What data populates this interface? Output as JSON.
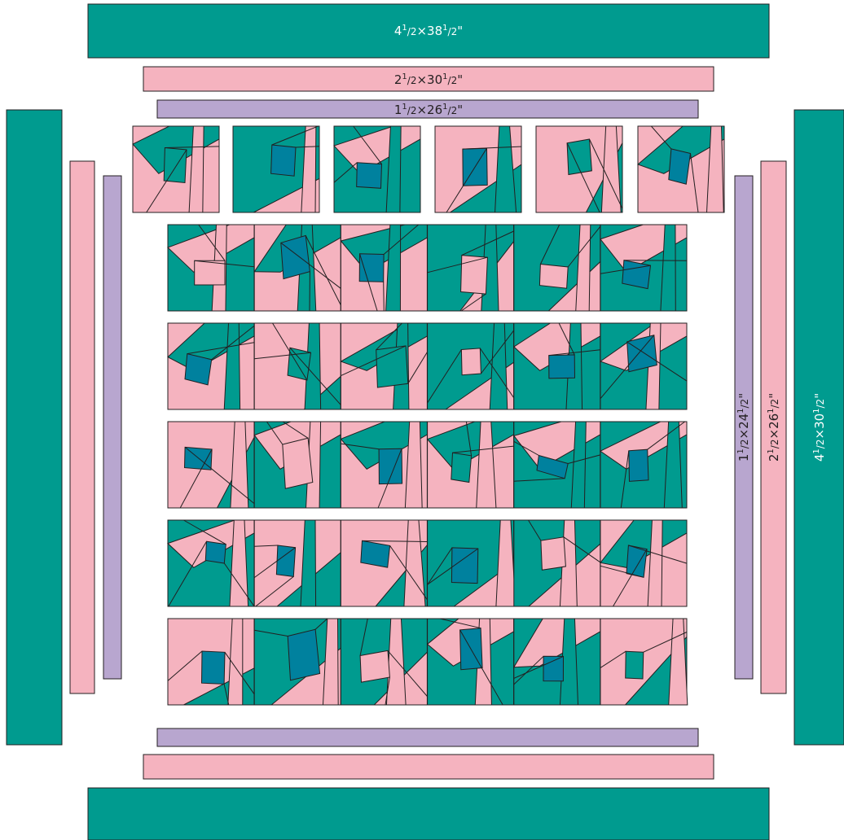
{
  "colors": {
    "teal": "#009b8f",
    "pink": "#f5b3bf",
    "lavender": "#b8a6cf",
    "dark_teal": "#00819e",
    "outline": "#231f20",
    "label_light": "#ffffff",
    "label_dark": "#231f20"
  },
  "border_labels": {
    "outer_top": {
      "whole": "4",
      "num": "1",
      "den": "2",
      "tail": "×38",
      "num2": "1",
      "den2": "2",
      "inch": "\""
    },
    "middle_top": {
      "whole": "2",
      "num": "1",
      "den": "2",
      "tail": "×30",
      "num2": "1",
      "den2": "2",
      "inch": "\""
    },
    "inner_top": {
      "whole": "1",
      "num": "1",
      "den": "2",
      "tail": "×26",
      "num2": "1",
      "den2": "2",
      "inch": "\""
    },
    "inner_right": {
      "whole": "1",
      "num": "1",
      "den": "2",
      "tail": "×24",
      "num2": "1",
      "den2": "2",
      "inch": "\""
    },
    "middle_right": {
      "whole": "2",
      "num": "1",
      "den": "2",
      "tail": "×26",
      "num2": "1",
      "den2": "2",
      "inch": "\""
    },
    "outer_right": {
      "whole": "4",
      "num": "1",
      "den": "2",
      "tail": "×30",
      "num2": "1",
      "den2": "2",
      "inch": "\""
    }
  },
  "layout_grid": {
    "rows": 6,
    "cols": 6,
    "first_row_sashed": true
  }
}
